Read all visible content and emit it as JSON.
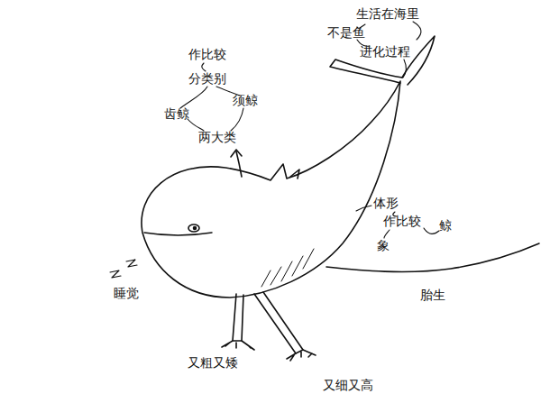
{
  "diagram": {
    "labels": [
      "作比较",
      "分类别",
      "须鲸",
      "齿鲸",
      "两大类",
      "生活在海里",
      "不是鱼",
      "进化过程",
      "体形",
      "作比较",
      "鲸",
      "象",
      "睡觉",
      "胎生",
      "又粗又矮",
      "又细又高"
    ]
  }
}
